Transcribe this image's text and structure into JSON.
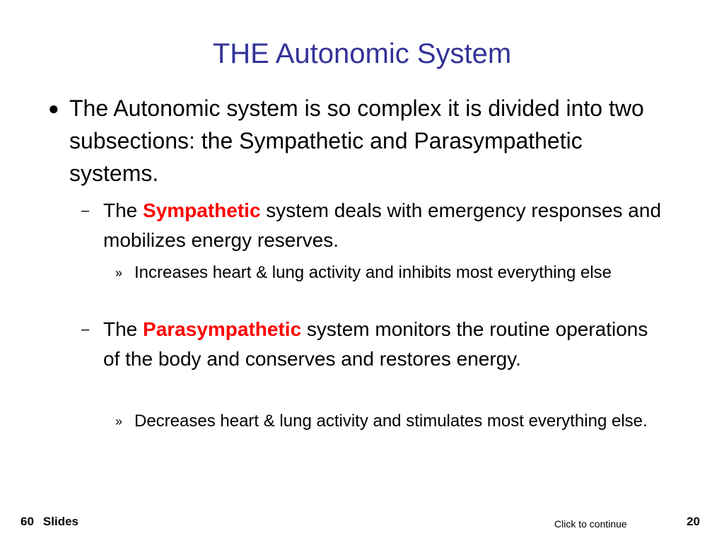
{
  "slide": {
    "title": "THE Autonomic System",
    "bullets": {
      "b1": {
        "marker": "●",
        "text": "The Autonomic system is so complex it is divided into two subsections: the Sympathetic and Parasympathetic systems."
      },
      "b2": {
        "marker": "–",
        "pre": "The ",
        "highlight": "Sympathetic",
        "post": " system deals with emergency responses and mobilizes energy reserves."
      },
      "b2_sub": {
        "marker": "»",
        "text": "Increases heart & lung activity and inhibits most everything else"
      },
      "b3": {
        "marker": "–",
        "pre": "The ",
        "highlight": "Parasympathetic",
        "post": " system monitors the routine operations of the body and conserves and restores energy."
      },
      "b3_sub": {
        "marker": "»",
        "text": "Decreases heart & lung activity and stimulates most everything else."
      }
    },
    "highlight_color": "#ff0000",
    "title_color": "#333399"
  },
  "footer": {
    "slide_count": "60",
    "slides_label": "Slides",
    "continue_label": "Click to continue",
    "page_number": "20"
  }
}
